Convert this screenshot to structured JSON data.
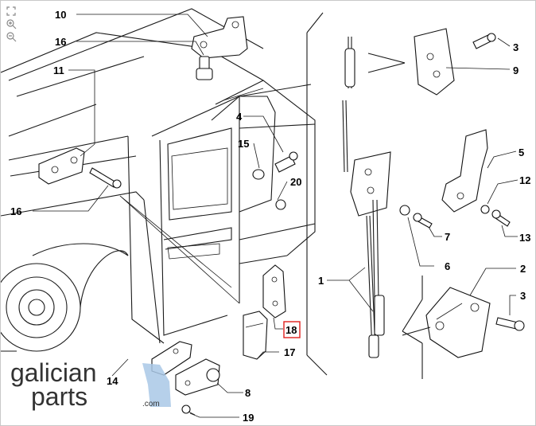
{
  "toolbar": {
    "items": [
      {
        "name": "fullscreen",
        "icon": "fullscreen-icon"
      },
      {
        "name": "zoom-in",
        "icon": "zoom-in-icon"
      },
      {
        "name": "zoom-out",
        "icon": "zoom-out-icon"
      }
    ]
  },
  "callouts": {
    "c1": "1",
    "c2": "2",
    "c3a": "3",
    "c3b": "3",
    "c4": "4",
    "c5": "5",
    "c6": "6",
    "c7": "7",
    "c8": "8",
    "c9": "9",
    "c10": "10",
    "c11": "11",
    "c12": "12",
    "c13": "13",
    "c14": "14",
    "c15": "15",
    "c16a": "16",
    "c16b": "16",
    "c17": "17",
    "c18": "18",
    "c19": "19",
    "c20": "20"
  },
  "highlight": {
    "callout": "18",
    "color": "#e0201c"
  },
  "watermark": {
    "line1": "galician",
    "line2": "parts",
    "suffix": ".com",
    "accent_color": "#a9c8e6"
  }
}
